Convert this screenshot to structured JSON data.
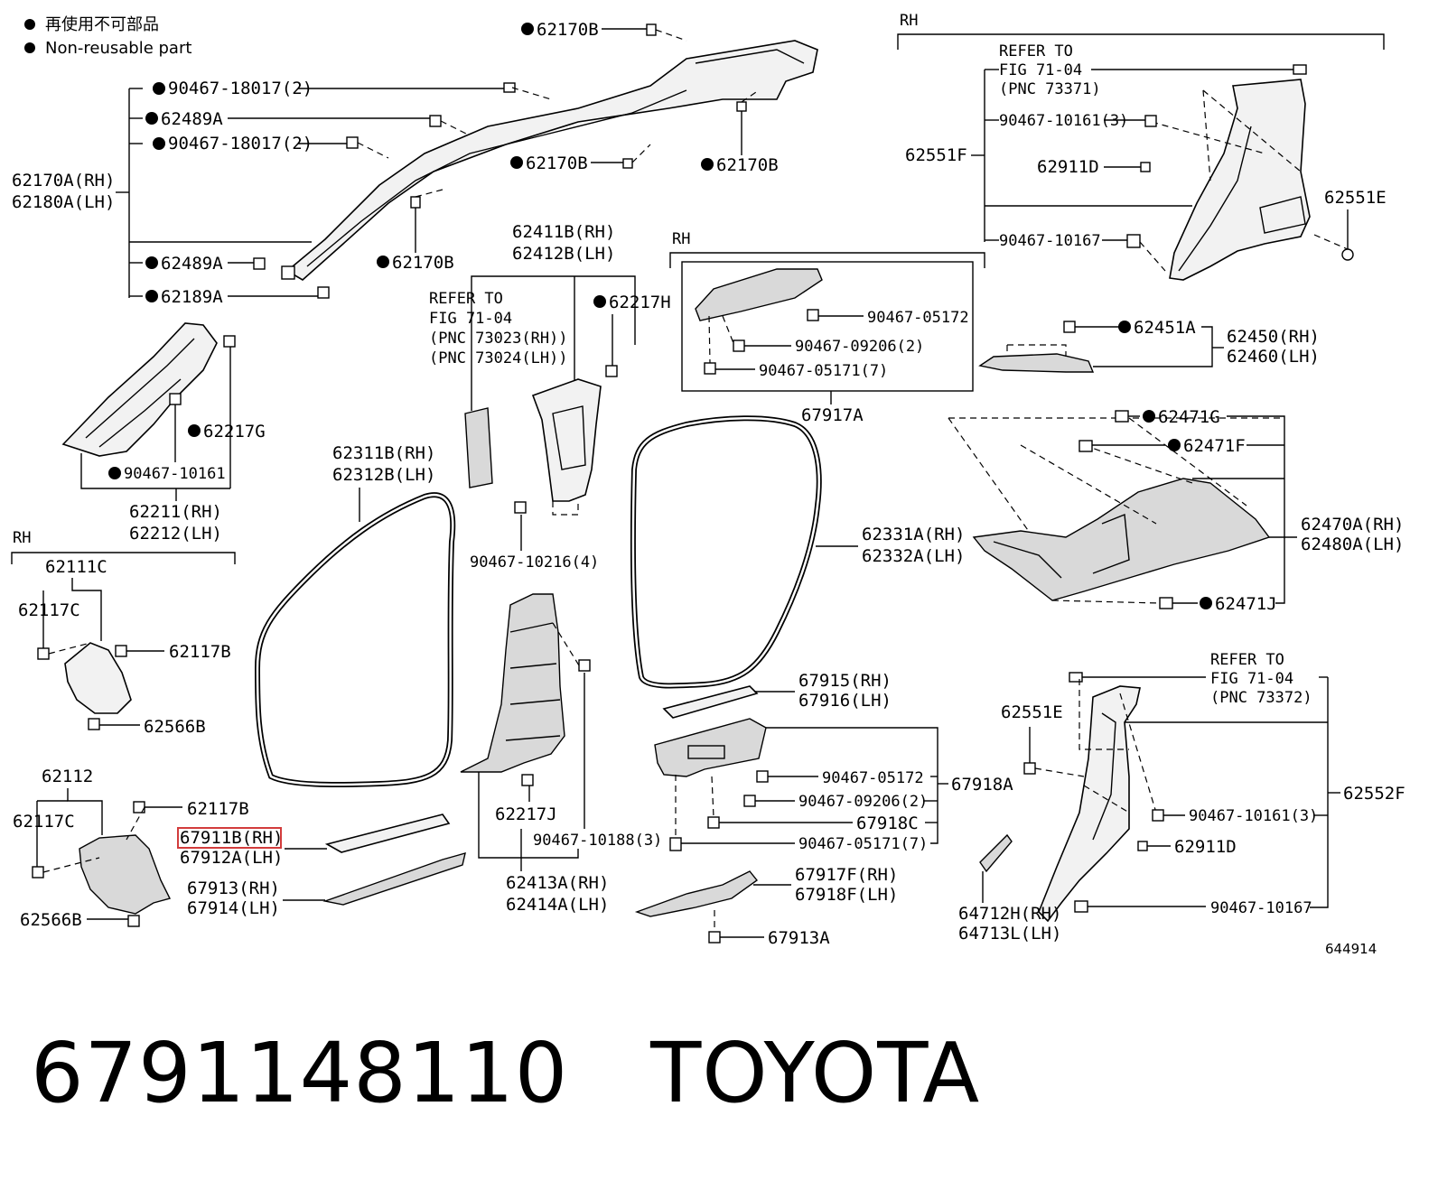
{
  "legend": {
    "line_jp": "再使用不可部品",
    "line_en": "Non-reusable part"
  },
  "figure_number": "644914",
  "caption": {
    "part_number": "6791148110",
    "brand": "TOYOTA"
  },
  "highlight_color": "#d23c3c",
  "section_labels": {
    "rh_top": "RH",
    "rh_mid": "RH",
    "rh_left": "RH"
  },
  "labels": {
    "l62170b_top": "62170B",
    "l90467_18017_a": "90467-18017(2)",
    "l62489a_a": "62489A",
    "l90467_18017_b": "90467-18017(2)",
    "l62170a_rh": "62170A(RH)",
    "l62180a_lh": "62180A(LH)",
    "l62489a_b": "62489A",
    "l62189a": "62189A",
    "l62170b_mid": "62170B",
    "l62170b_right": "62170B",
    "l62170b_low": "62170B",
    "l62411b_rh": "62411B(RH)",
    "l62412b_lh": "62412B(LH)",
    "ref1_l1": "REFER TO",
    "ref1_l2": "FIG 71-04",
    "ref1_l3": "(PNC 73023(RH))",
    "ref1_l4": "(PNC 73024(LH))",
    "l62217h": "62217H",
    "l90467_10216": "90467-10216(4)",
    "l62217g": "62217G",
    "l90467_10161_a": "90467-10161",
    "l62211_rh": "62211(RH)",
    "l62212_lh": "62212(LH)",
    "l62311b_rh": "62311B(RH)",
    "l62312b_lh": "62312B(LH)",
    "l62111c": "62111C",
    "l62117c_a": "62117C",
    "l62117b_a": "62117B",
    "l62566b_a": "62566B",
    "l62112": "62112",
    "l62117b_b": "62117B",
    "l62117c_b": "62117C",
    "l67911b_rh": "67911B(RH)",
    "l67912a_lh": "67912A(LH)",
    "l67913_rh": "67913(RH)",
    "l67914_lh": "67914(LH)",
    "l62566b_b": "62566B",
    "l62217j": "62217J",
    "l90467_10188": "90467-10188(3)",
    "l62413a_rh": "62413A(RH)",
    "l62414a_lh": "62414A(LH)",
    "l90467_05172_a": "90467-05172",
    "l90467_09206_a": "90467-09206(2)",
    "l90467_05171_a": "90467-05171(7)",
    "l67917a": "67917A",
    "l62331a_rh": "62331A(RH)",
    "l62332a_lh": "62332A(LH)",
    "l67915_rh": "67915(RH)",
    "l67916_lh": "67916(LH)",
    "l90467_05172_b": "90467-05172",
    "l90467_09206_b": "90467-09206(2)",
    "l67918c": "67918C",
    "l90467_05171_b": "90467-05171(7)",
    "l67918a": "67918A",
    "l67917f_rh": "67917F(RH)",
    "l67918f_lh": "67918F(LH)",
    "l67913a": "67913A",
    "ref2_l1": "REFER TO",
    "ref2_l2": "FIG 71-04",
    "ref2_l3": "(PNC 73371)",
    "l90467_10161_b": "90467-10161(3)",
    "l62551f": "62551F",
    "l62911d_a": "62911D",
    "l62551e_a": "62551E",
    "l90467_10167_a": "90467-10167",
    "l62451a": "62451A",
    "l62450_rh": "62450(RH)",
    "l62460_lh": "62460(LH)",
    "l62471g": "62471G",
    "l62471f": "62471F",
    "l62470a_rh": "62470A(RH)",
    "l62480a_lh": "62480A(LH)",
    "l62471j": "62471J",
    "ref3_l1": "REFER TO",
    "ref3_l2": "FIG 71-04",
    "ref3_l3": "(PNC 73372)",
    "l62551e_b": "62551E",
    "l62552f": "62552F",
    "l90467_10161_c": "90467-10161(3)",
    "l62911d_b": "62911D",
    "l64712h_rh": "64712H(RH)",
    "l64713l_lh": "64713L(LH)",
    "l90467_10167_b": "90467-10167"
  }
}
